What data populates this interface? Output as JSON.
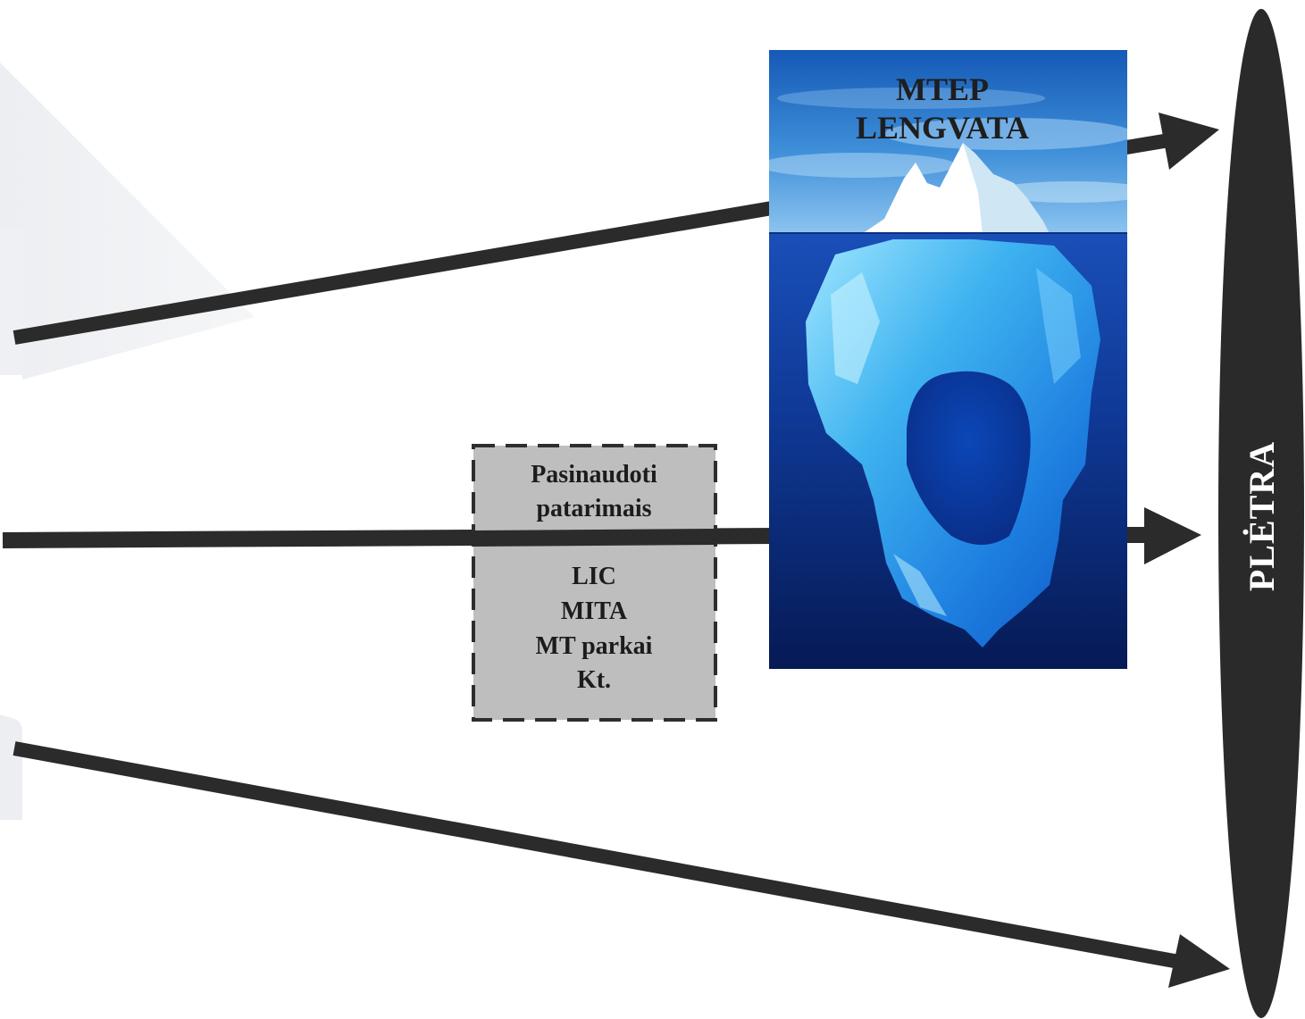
{
  "iceberg": {
    "title_line1": "MTEP",
    "title_line2": "LENGVATA",
    "icon": "iceberg-photo"
  },
  "advice_box": {
    "heading_line1": "Pasinaudoti",
    "heading_line2": "patarimais",
    "items": [
      "LIC",
      "MITA",
      "MT parkai",
      "Kt."
    ]
  },
  "target": {
    "label": "PLĖTRA"
  },
  "colors": {
    "arrow": "#2b2b2b",
    "box_fill": "#bebebe",
    "ellipse_fill": "#2a2a2a",
    "sky_top": "#1560b8",
    "deep_water": "#081d5c",
    "ghost_shape": "#f0f1f3"
  }
}
